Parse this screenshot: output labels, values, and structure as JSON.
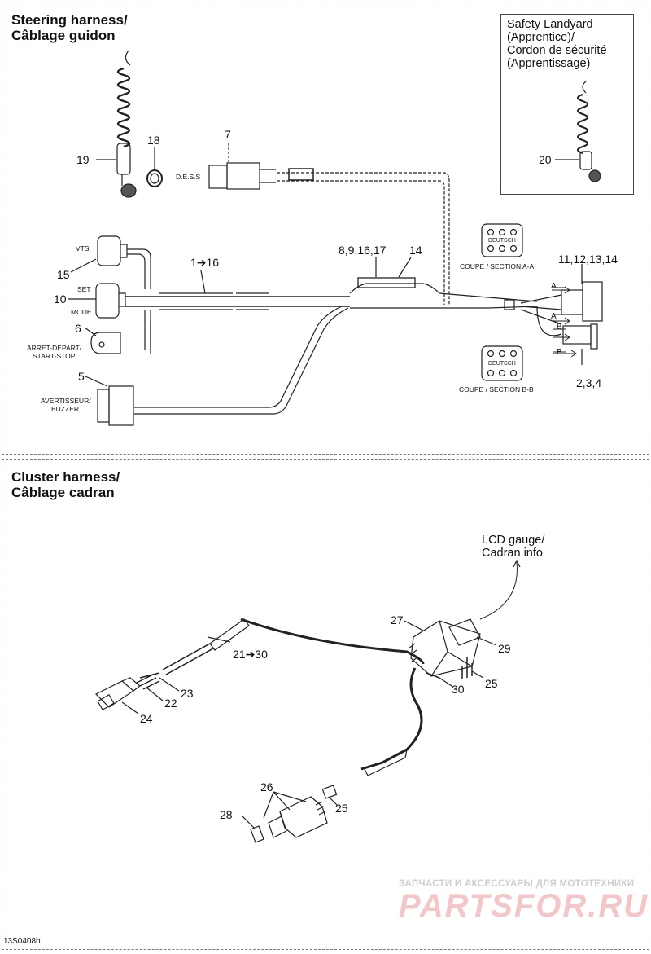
{
  "steering": {
    "title_line1": "Steering harness/",
    "title_line2": "Câblage guidon",
    "safety_box": {
      "line1": "Safety Landyard",
      "line2": "(Apprentice)/",
      "line3": "Cordon de sécurité",
      "line4": "(Apprentissage)"
    },
    "callouts": {
      "c19": "19",
      "c18": "18",
      "c7": "7",
      "c20": "20",
      "c15": "15",
      "c1_16": "1➔16",
      "c8_17": "8,9,16,17",
      "c14": "14",
      "c11_14": "11,12,13,14",
      "c10": "10",
      "c6": "6",
      "c5": "5",
      "c2_4": "2,3,4"
    },
    "labels": {
      "dess": "D.E.S.S",
      "vts": "VTS",
      "set": "SET",
      "mode": "MODE",
      "arret1": "ARRET-DEPART/",
      "arret2": "START-STOP",
      "avert1": "AVERTISSEUR/",
      "avert2": "BUZZER",
      "section_aa": "COUPE / SECTION A-A",
      "section_bb": "COUPE / SECTION B-B",
      "deutsch": "DEUTSCH",
      "letter_a": "A",
      "letter_b": "B"
    }
  },
  "cluster": {
    "title_line1": "Cluster harness/",
    "title_line2": "Câblage cadran",
    "lcd_line1": "LCD gauge/",
    "lcd_line2": "Cadran info",
    "callouts": {
      "c27": "27",
      "c29": "29",
      "c21_30": "21➔30",
      "c23": "23",
      "c22": "22",
      "c24": "24",
      "c25a": "25",
      "c30": "30",
      "c26": "26",
      "c25b": "25",
      "c28": "28"
    }
  },
  "watermark": {
    "line1": "ЗАПЧАСТИ И АКСЕССУАРЫ ДЛЯ МОТОТЕХНИКИ",
    "line2": "PARTSFOR.RU"
  },
  "reference": "13S0408b"
}
